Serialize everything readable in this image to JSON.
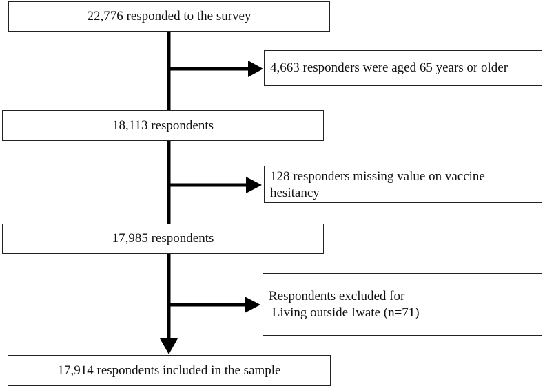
{
  "flowchart": {
    "main_boxes": [
      {
        "text": "22,776 responded to the survey"
      },
      {
        "text": "18,113 respondents"
      },
      {
        "text": "17,985 respondents"
      },
      {
        "text": "17,914 respondents included in the sample"
      }
    ],
    "exclusion_boxes": [
      {
        "lines": [
          "4,663 responders were aged 65 years or older"
        ]
      },
      {
        "lines": [
          "128 responders missing value on vaccine",
          "hesitancy"
        ]
      },
      {
        "lines": [
          "Respondents excluded for",
          " Living outside Iwate (n=71)"
        ]
      }
    ]
  }
}
